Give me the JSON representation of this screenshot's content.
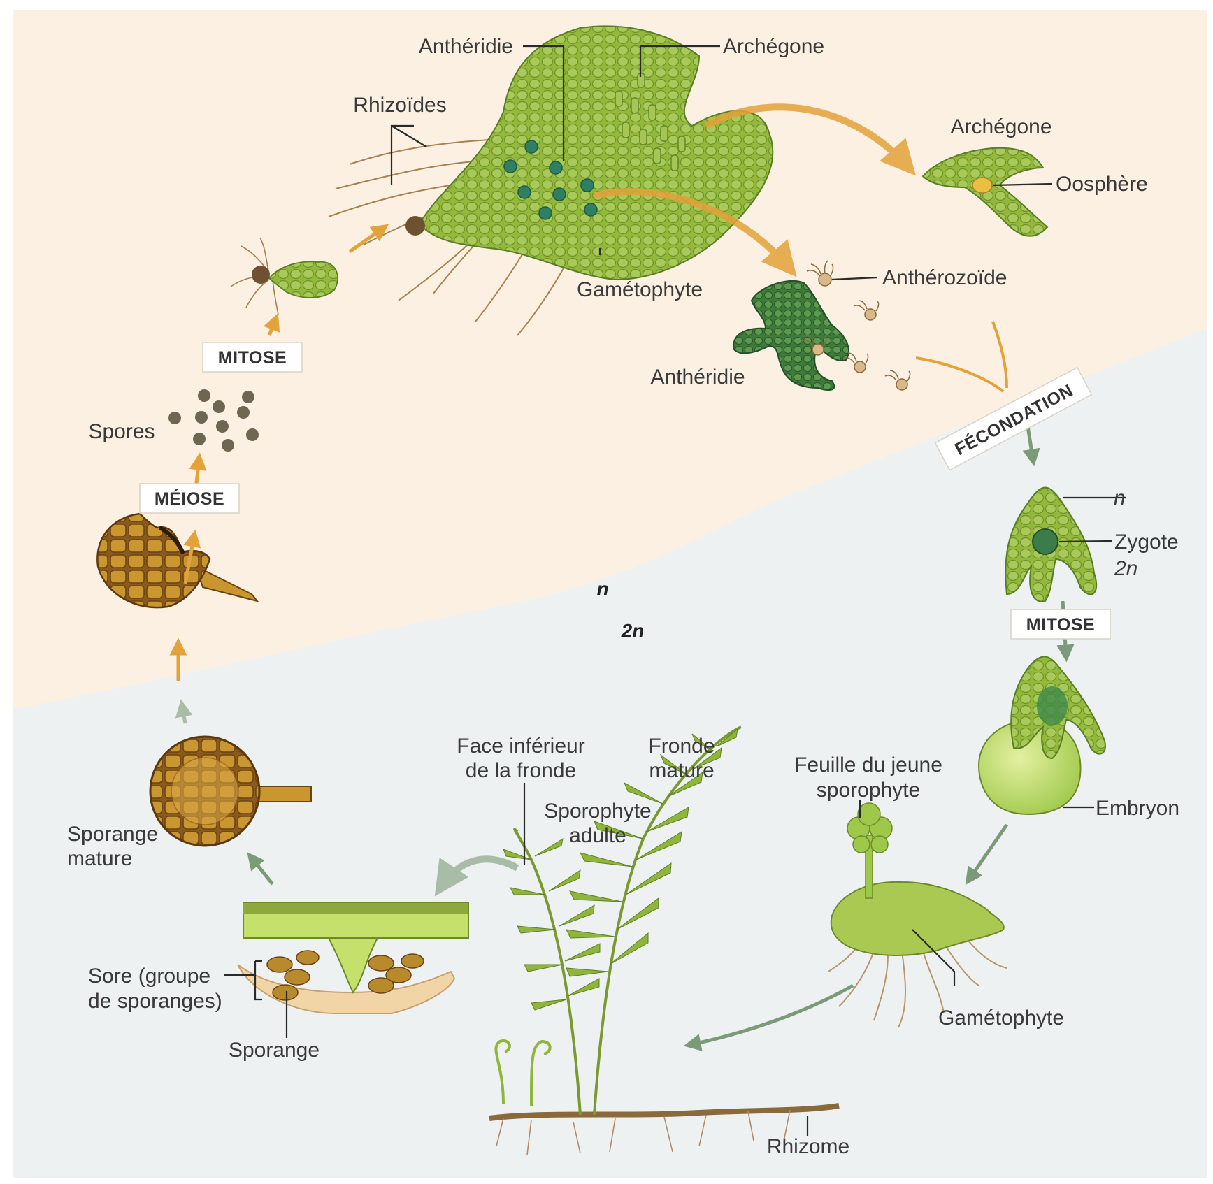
{
  "zones": {
    "haploid": "n",
    "diploid": "2n"
  },
  "processes": {
    "mitose_top": "MITOSE",
    "meiose": "MÉIOSE",
    "fecondation": "FÉCONDATION",
    "mitose_right": "MITOSE"
  },
  "labels": {
    "antheridie_top": "Anthéridie",
    "archegone_top": "Archégone",
    "rhizoides": "Rhizoïdes",
    "archegone_right": "Archégone",
    "oosphere": "Oosphère",
    "antherozoide": "Anthérozoïde",
    "gametophyte_top": "Gamétophyte",
    "antheridie_mid": "Anthéridie",
    "spores": "Spores",
    "n_marker": "n",
    "zygote": "Zygote",
    "zygote_ploidy": "2n",
    "embryon": "Embryon",
    "face_inferieur_1": "Face inférieur",
    "face_inferieur_2": "de la fronde",
    "fronde_mature_1": "Fronde",
    "fronde_mature_2": "mature",
    "sporophyte_adulte_1": "Sporophyte",
    "sporophyte_adulte_2": "adulte",
    "feuille_jeune_1": "Feuille du jeune",
    "feuille_jeune_2": "sporophyte",
    "sporange_mature_1": "Sporange",
    "sporange_mature_2": "mature",
    "sore_1": "Sore (groupe",
    "sore_2": "de sporanges)",
    "sporange": "Sporange",
    "gametophyte_bottom": "Gamétophyte",
    "rhizome": "Rhizome"
  },
  "colors": {
    "haploid_bg": "#fbf0e2",
    "diploid_bg": "#eef1f2",
    "thallus": "#8fb63a",
    "thallus_dark": "#4f7a22",
    "orange_arrow": "#e3a23a",
    "green_arrow": "#7a9a78",
    "sporangium": "#b98a2c"
  }
}
